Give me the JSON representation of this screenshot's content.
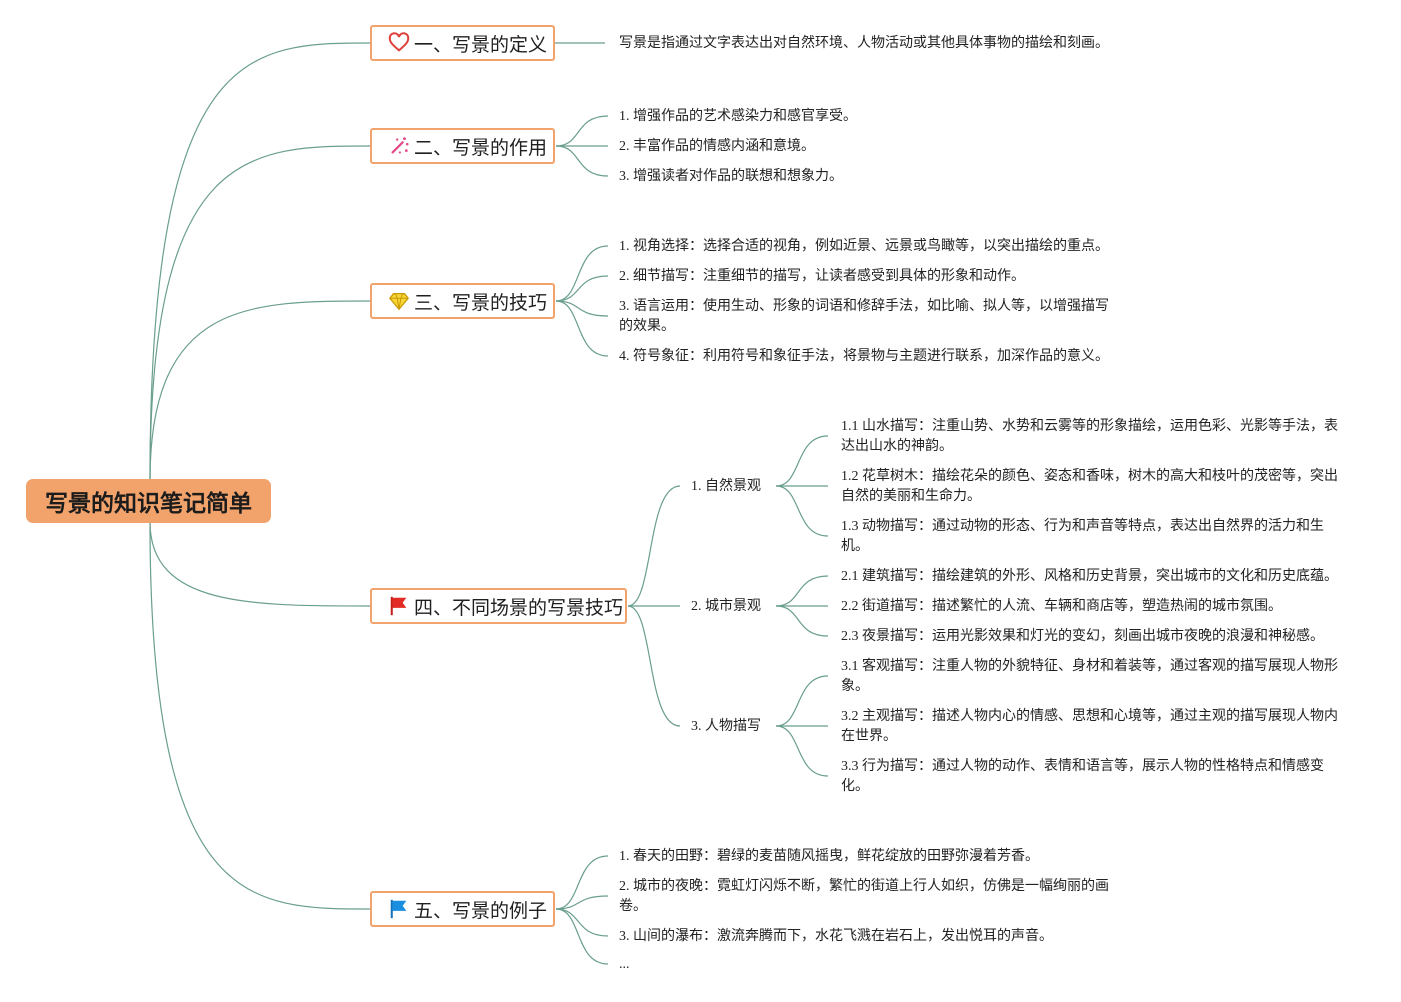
{
  "root": {
    "title": "写景的知识笔记简单"
  },
  "branches": [
    {
      "title": "一、写景的定义",
      "icon": "heart-icon",
      "icon_color": "#e0403a",
      "items": [
        "写景是指通过文字表达出对自然环境、人物活动或其他具体事物的描绘和刻画。"
      ]
    },
    {
      "title": "二、写景的作用",
      "icon": "sparkle-icon",
      "icon_color": "#e24a8a",
      "items": [
        "1. 增强作品的艺术感染力和感官享受。",
        "2. 丰富作品的情感内涵和意境。",
        "3. 增强读者对作品的联想和想象力。"
      ]
    },
    {
      "title": "三、写景的技巧",
      "icon": "diamond-icon",
      "icon_color": "#f2c51f",
      "items": [
        "1. 视角选择：选择合适的视角，例如近景、远景或鸟瞰等，以突出描绘的重点。",
        "2. 细节描写：注重细节的描写，让读者感受到具体的形象和动作。",
        "3. 语言运用：使用生动、形象的词语和修辞手法，如比喻、拟人等，以增强描写的效果。",
        "4. 符号象征：利用符号和象征手法，将景物与主题进行联系，加深作品的意义。"
      ]
    },
    {
      "title": "四、不同场景的写景技巧",
      "icon": "red-flag-icon",
      "icon_color": "#e22b25",
      "subs": [
        {
          "title": "1. 自然景观",
          "items": [
            "1.1 山水描写：注重山势、水势和云雾等的形象描绘，运用色彩、光影等手法，表达出山水的神韵。",
            "1.2 花草树木：描绘花朵的颜色、姿态和香味，树木的高大和枝叶的茂密等，突出自然的美丽和生命力。",
            "1.3 动物描写：通过动物的形态、行为和声音等特点，表达出自然界的活力和生机。"
          ]
        },
        {
          "title": "2. 城市景观",
          "items": [
            "2.1 建筑描写：描绘建筑的外形、风格和历史背景，突出城市的文化和历史底蕴。",
            "2.2 街道描写：描述繁忙的人流、车辆和商店等，塑造热闹的城市氛围。",
            "2.3 夜景描写：运用光影效果和灯光的变幻，刻画出城市夜晚的浪漫和神秘感。"
          ]
        },
        {
          "title": "3. 人物描写",
          "items": [
            "3.1 客观描写：注重人物的外貌特征、身材和着装等，通过客观的描写展现人物形象。",
            "3.2 主观描写：描述人物内心的情感、思想和心境等，通过主观的描写展现人物内在世界。",
            "3.3 行为描写：通过人物的动作、表情和语言等，展示人物的性格特点和情感变化。"
          ]
        }
      ]
    },
    {
      "title": "五、写景的例子",
      "icon": "blue-flag-icon",
      "icon_color": "#1a8fe0",
      "items": [
        "1. 春天的田野：碧绿的麦苗随风摇曳，鲜花绽放的田野弥漫着芳香。",
        "2. 城市的夜晚：霓虹灯闪烁不断，繁忙的街道上行人如织，仿佛是一幅绚丽的画卷。",
        "3. 山间的瀑布：激流奔腾而下，水花飞溅在岩石上，发出悦耳的声音。",
        "..."
      ]
    }
  ],
  "colors": {
    "link": "#6a9e8e",
    "branch_border": "#f2a36b",
    "root_fill": "#f2a36b"
  }
}
